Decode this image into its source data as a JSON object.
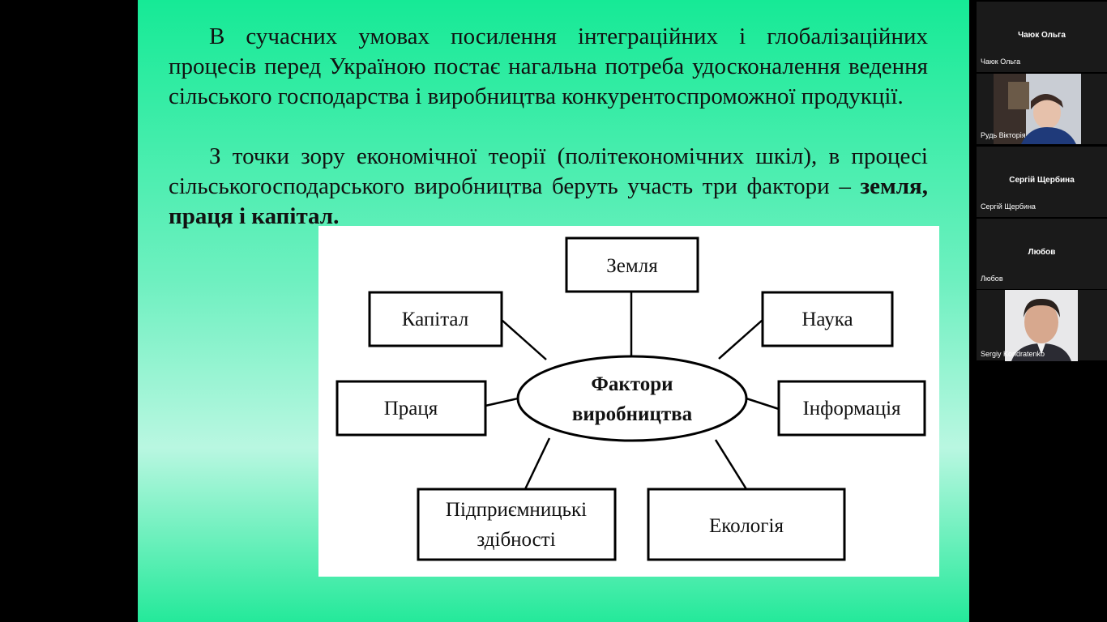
{
  "slide": {
    "paragraph1": "В сучасних умовах посилення інтеграційних і глобалізаційних процесів перед Україною постає нагальна потреба удосконалення ведення сільського господарства і виробництва конкурентоспроможної продукції.",
    "paragraph2_start": "З точки зору економічної теорії (політекономічних шкіл), в процесі сільськогосподарського виробництва беруть участь три фактори – ",
    "paragraph2_bold": "земля, праця і капітал.",
    "diagram": {
      "center_line1": "Фактори",
      "center_line2": "виробництва",
      "nodes": {
        "zemlia": "Земля",
        "kapital": "Капітал",
        "nauka": "Наука",
        "pratsia": "Праця",
        "informatsiia": "Інформація",
        "pidpr_line1": "Підприємницькі",
        "pidpr_line2": "здібності",
        "ekolohiia": "Екологія"
      }
    }
  },
  "participants": [
    {
      "title": "Чаюк Ольга",
      "name": "Чаюк Ольга"
    },
    {
      "video_label": "Рудь Вікторія"
    },
    {
      "title": "Сергій Щербина",
      "name": "Сергій Щербина"
    },
    {
      "title": "Любов",
      "name": "Любов"
    },
    {
      "video_label": "Sergiy Kondratenko"
    }
  ]
}
